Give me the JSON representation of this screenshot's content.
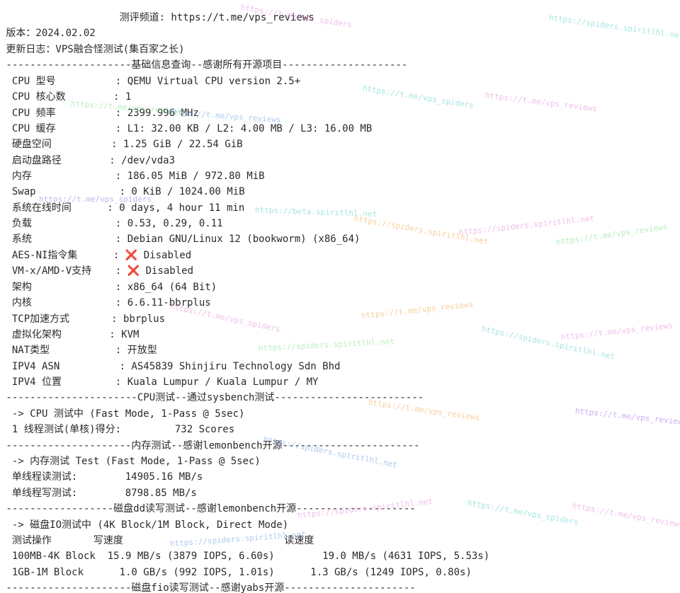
{
  "header": {
    "channel": "                    测评频道: https://t.me/vps_reviews",
    "version": " 版本：2024.02.02",
    "changelog": " 更新日志：VPS融合怪测试(集百家之长)"
  },
  "sections": {
    "basic": " ---------------------基础信息查询--感谢所有开源项目---------------------",
    "cpu": " ----------------------CPU测试--通过sysbench测试-------------------------",
    "memory": " ---------------------内存测试--感谢lemonbench开源-----------------------",
    "disk_dd": " ------------------磁盘dd读写测试--感谢lemonbench开源--------------------",
    "disk_fio": " ---------------------磁盘fio读写测试--感谢yabs开源----------------------"
  },
  "basic_info": [
    "  CPU 型号          : QEMU Virtual CPU version 2.5+",
    "  CPU 核心数        : 1",
    "  CPU 频率          : 2399.996 MHz",
    "  CPU 缓存          : L1: 32.00 KB / L2: 4.00 MB / L3: 16.00 MB",
    "  硬盘空间          : 1.25 GiB / 22.54 GiB",
    "  启动盘路径        : /dev/vda3",
    "  内存              : 186.05 MiB / 972.80 MiB",
    "  Swap              : 0 KiB / 1024.00 MiB",
    "  系统在线时间      : 0 days, 4 hour 11 min",
    "  负载              : 0.53, 0.29, 0.11",
    "  系统              : Debian GNU/Linux 12 (bookworm) (x86_64)"
  ],
  "aes_ni": {
    "label": "  AES-NI指令集      : ",
    "icon": "❌",
    "value": " Disabled"
  },
  "vmx": {
    "label": "  VM-x/AMD-V支持    : ",
    "icon": "❌",
    "value": " Disabled"
  },
  "basic_info_2": [
    "  架构              : x86_64 (64 Bit)",
    "  内核              : 6.6.11-bbrplus",
    "  TCP加速方式       : bbrplus",
    "  虚拟化架构        : KVM",
    "  NAT类型           : 开放型",
    "  IPV4 ASN          : AS45839 Shinjiru Technology Sdn Bhd",
    "  IPV4 位置         : Kuala Lumpur / Kuala Lumpur / MY"
  ],
  "cpu_test": [
    "  -> CPU 测试中 (Fast Mode, 1-Pass @ 5sec)",
    "  1 线程测试(单核)得分:         732 Scores"
  ],
  "memory_test": [
    "  -> 内存测试 Test (Fast Mode, 1-Pass @ 5sec)",
    "  单线程读测试:        14905.16 MB/s",
    "  单线程写测试:        8798.85 MB/s"
  ],
  "disk_dd_test": [
    "  -> 磁盘IO测试中 (4K Block/1M Block, Direct Mode)",
    "  测试操作       写速度                           读速度",
    "  100MB-4K Block  15.9 MB/s (3879 IOPS, 6.60s)        19.0 MB/s (4631 IOPS, 5.53s)",
    "  1GB-1M Block      1.0 GB/s (992 IOPS, 1.01s)      1.3 GB/s (1249 IOPS, 0.80s)"
  ],
  "watermarks": {
    "reviews": "https://t.me/vps_reviews",
    "spiders": "https://t.me/vps_spiders",
    "spiritlhl": "https://spiders.spiritlhl.net",
    "beta": "https://beta.spiritlhl.net"
  },
  "colors": {
    "text": "#2a2a2a",
    "disabled_icon": "#e0242c",
    "wm_pink": "#e48bd8",
    "wm_teal": "#5fd0c8",
    "wm_green": "#7fe08a",
    "wm_blue": "#6aa0e0",
    "wm_orange": "#f0a84a",
    "wm_purple": "#a070e0"
  }
}
